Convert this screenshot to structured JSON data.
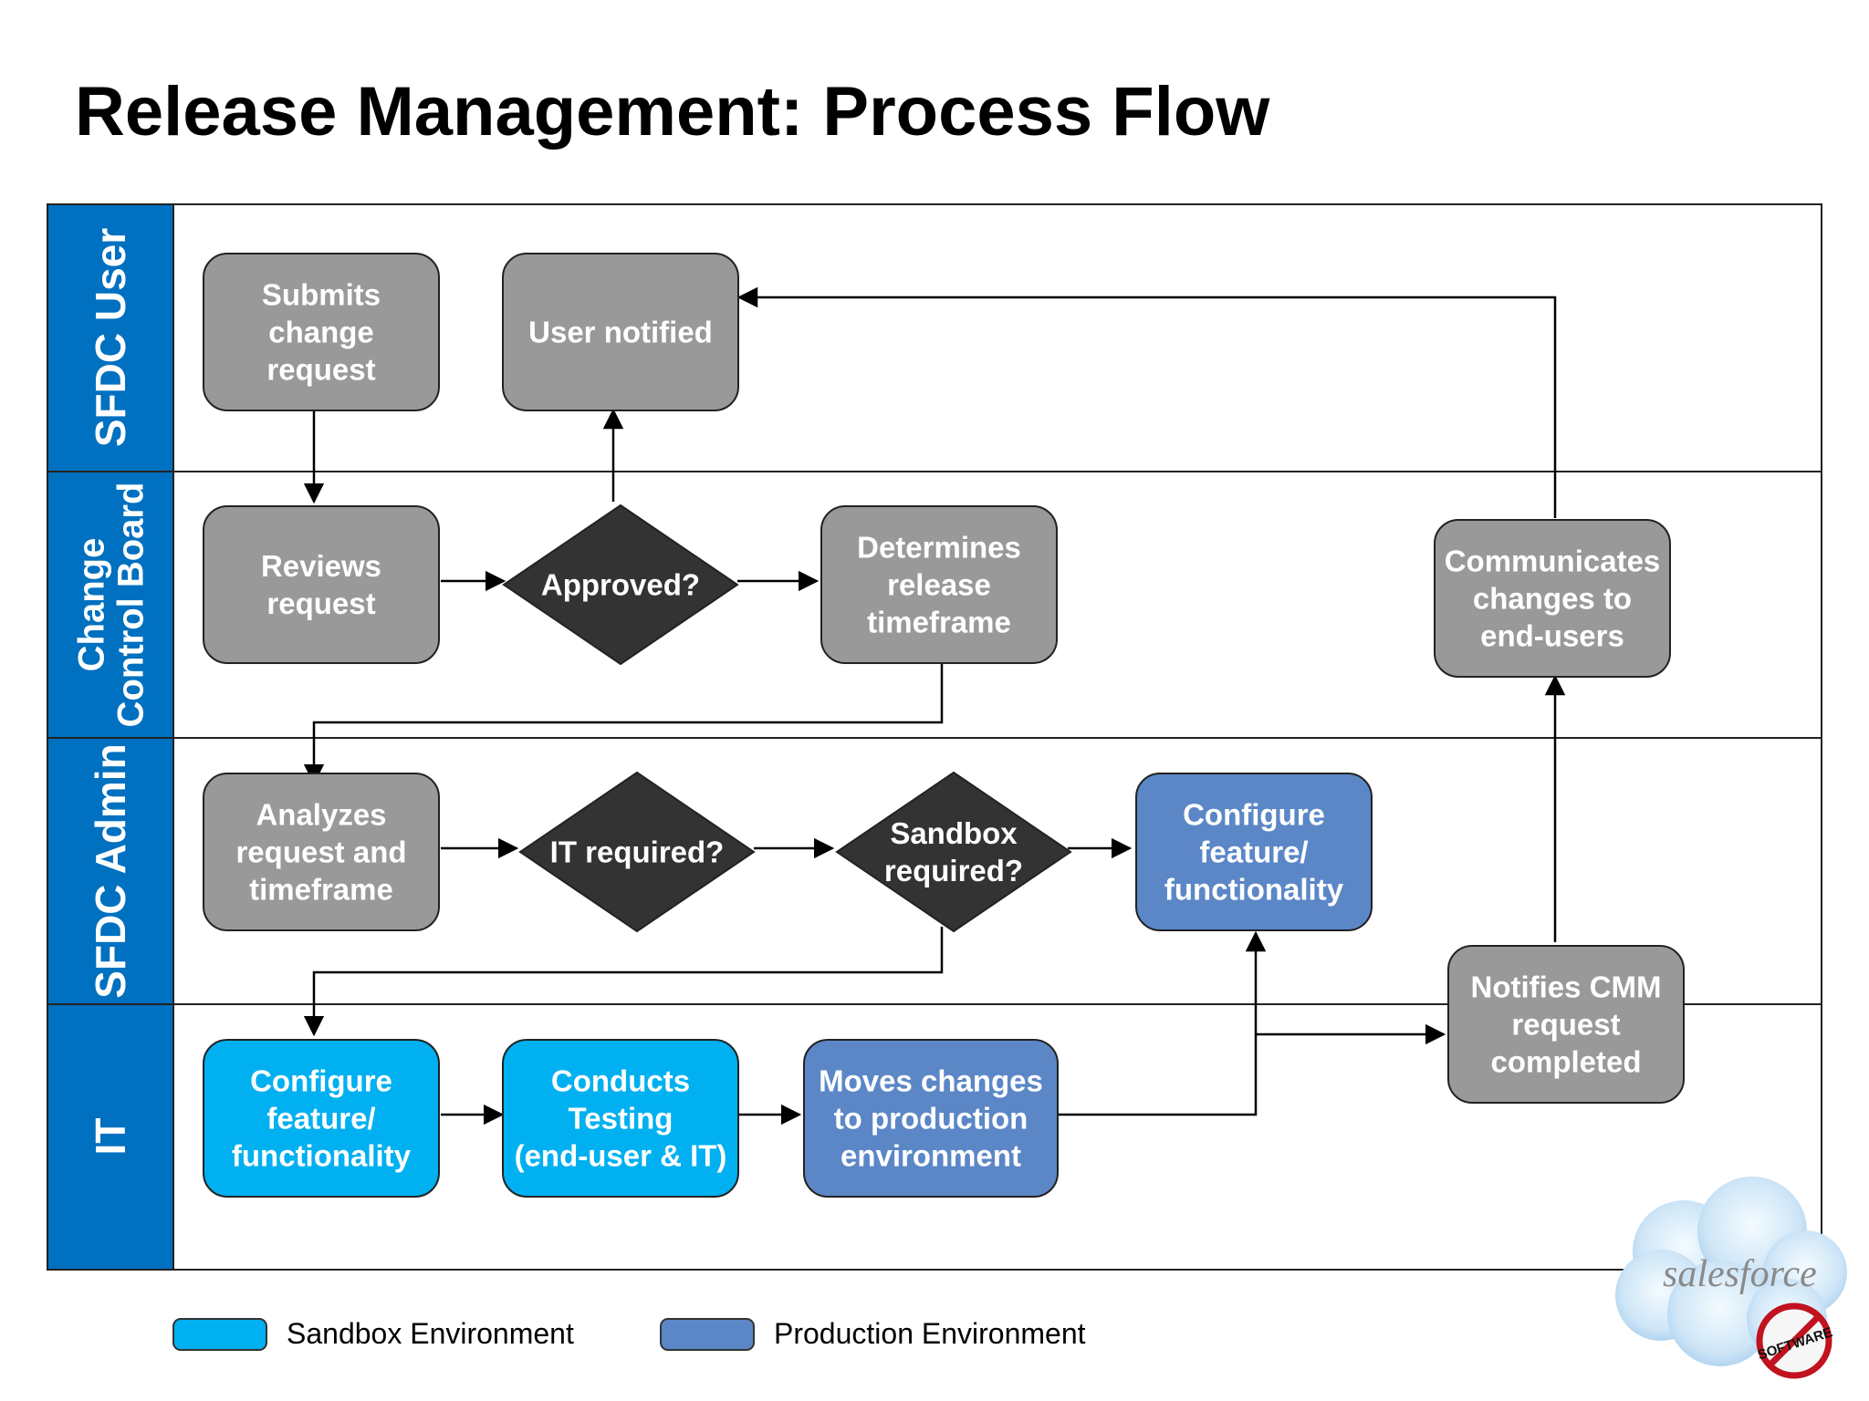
{
  "title": "Release Management: Process Flow",
  "lanes": [
    {
      "id": "user",
      "label": [
        "SFDC User"
      ]
    },
    {
      "id": "ccb",
      "label": [
        "Change",
        "Control Board"
      ]
    },
    {
      "id": "admin",
      "label": [
        "SFDC Admin"
      ]
    },
    {
      "id": "it",
      "label": [
        "IT"
      ]
    }
  ],
  "nodes": {
    "submits": {
      "lines": [
        "Submits",
        "change",
        "request"
      ]
    },
    "notified": {
      "lines": [
        "User notified"
      ]
    },
    "reviews": {
      "lines": [
        "Reviews",
        "request"
      ]
    },
    "approved": {
      "lines": [
        "Approved?"
      ]
    },
    "determines": {
      "lines": [
        "Determines",
        "release",
        "timeframe"
      ]
    },
    "communicates": {
      "lines": [
        "Communicates",
        "changes to",
        "end-users"
      ]
    },
    "analyzes": {
      "lines": [
        "Analyzes",
        "request and",
        "timeframe"
      ]
    },
    "itreq": {
      "lines": [
        "IT required?"
      ]
    },
    "sandboxreq": {
      "lines": [
        "Sandbox",
        "required?"
      ]
    },
    "adminconfig": {
      "lines": [
        "Configure",
        "feature/",
        "functionality"
      ]
    },
    "notifies": {
      "lines": [
        "Notifies CMM",
        "request",
        "completed"
      ]
    },
    "itconfig": {
      "lines": [
        "Configure",
        "feature/",
        "functionality"
      ]
    },
    "testing": {
      "lines": [
        "Conducts",
        "Testing",
        "(end-user & IT)"
      ]
    },
    "moves": {
      "lines": [
        "Moves changes",
        "to production",
        "environment"
      ]
    }
  },
  "legend": {
    "sandbox": "Sandbox Environment",
    "production": "Production Environment"
  },
  "logo": {
    "brand": "salesforce",
    "stamp": "SOFTWARE"
  },
  "colors": {
    "lane_header": "#0070c0",
    "process_gray": "#999999",
    "decision_dark": "#333333",
    "sandbox": "#00b0f0",
    "production": "#5b87c7",
    "text_on_shape": "#ffffff"
  }
}
